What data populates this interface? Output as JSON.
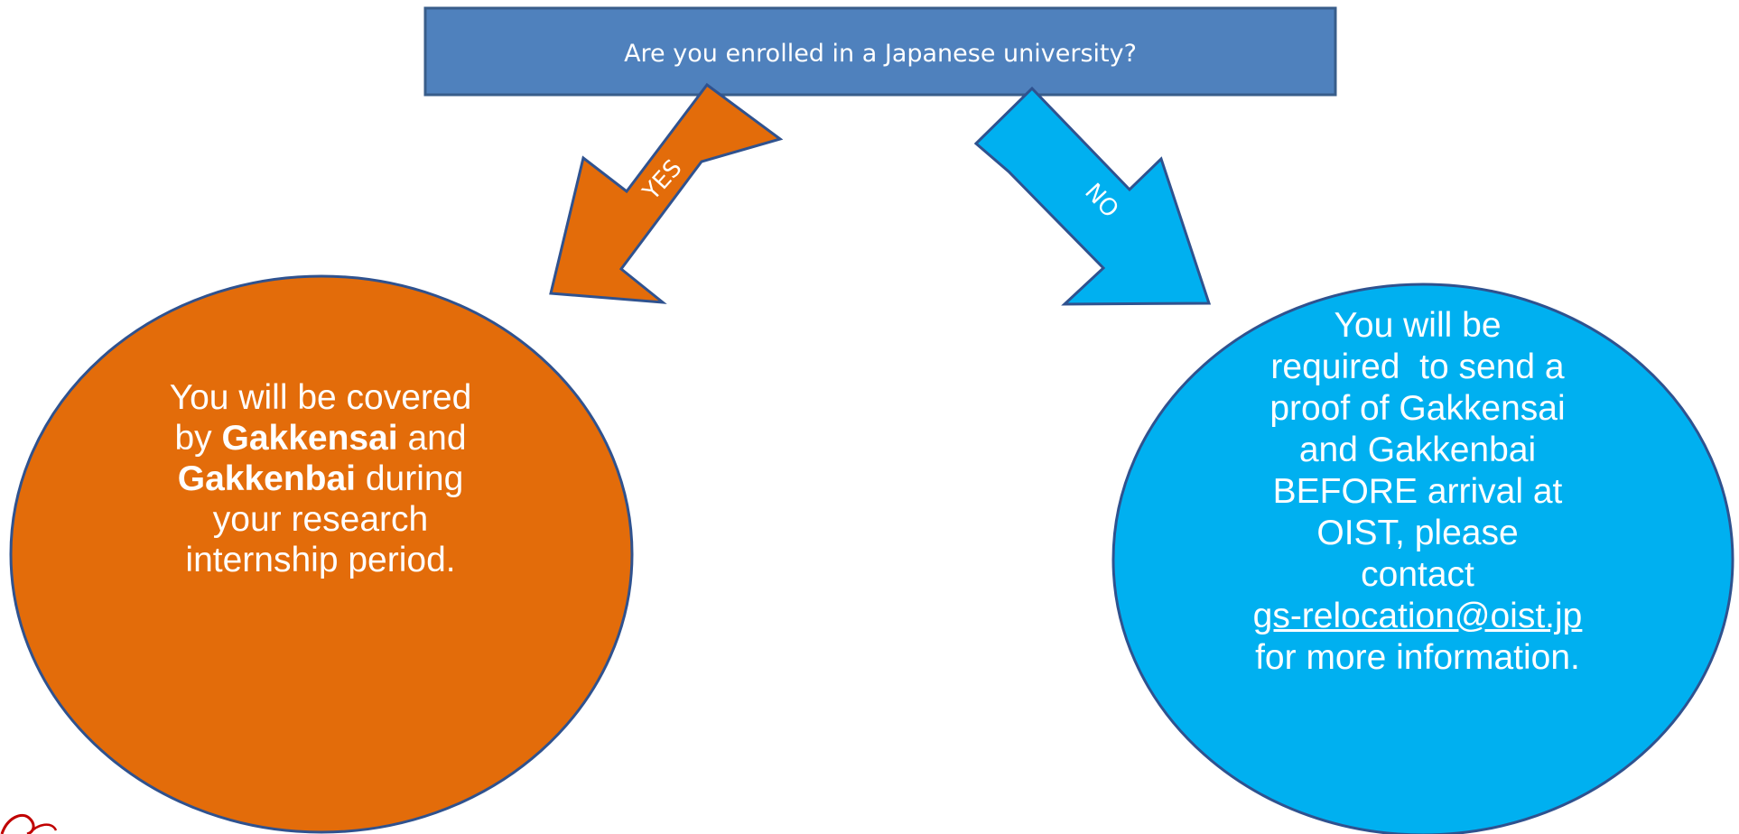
{
  "question": "Are you enrolled in a Japanese university?",
  "yes_branch": {
    "arrow_label": "YES",
    "text_line1_pre": "You will be covered",
    "text_line2_pre": "by ",
    "text_bold_1": "Gakkensai",
    "text_line2_post": " and",
    "text_bold_2": "Gakkenbai",
    "text_line3_post": " during",
    "text_line4": "your research",
    "text_line5": "internship period."
  },
  "no_branch": {
    "arrow_label": "NO",
    "lines": [
      "You will be",
      "required  to send a",
      "proof of Gakkensai",
      "and Gakkenbai",
      "BEFORE arrival at",
      "OIST, please",
      "contact"
    ],
    "email": "gs-relocation@oist.jp",
    "closing": "for more information."
  },
  "colors": {
    "question_box": "#4F81BD",
    "question_border": "#385D8A",
    "yes": "#E36C0A",
    "no": "#00B0F0",
    "shape_border": "#2F528F",
    "logo": "#C00000"
  }
}
